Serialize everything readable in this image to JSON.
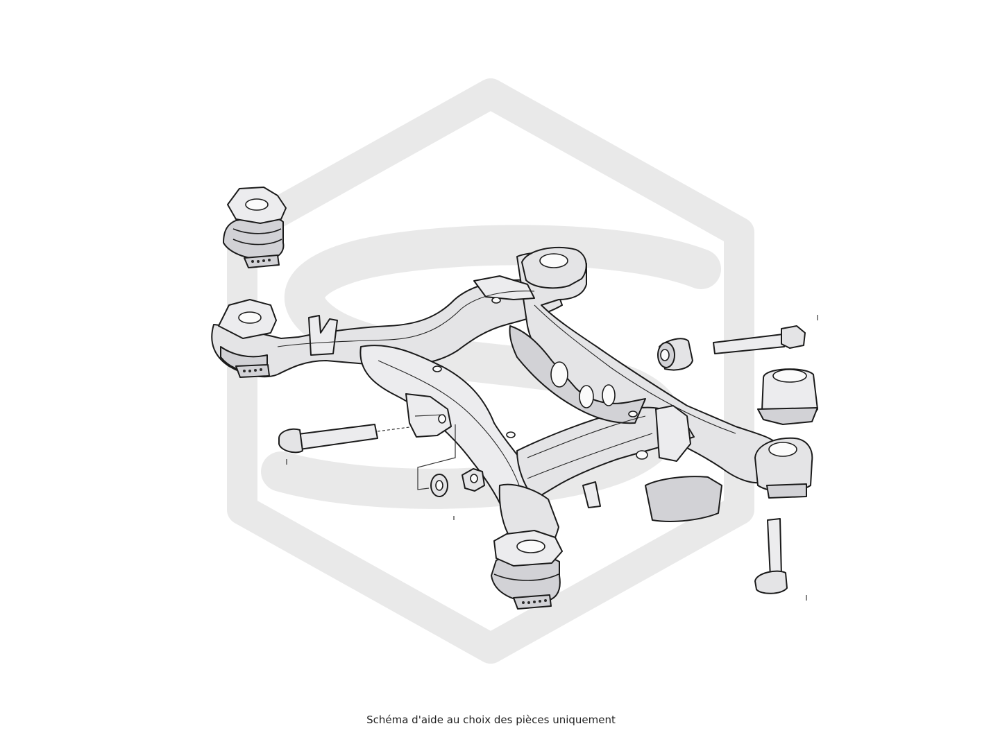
{
  "caption": "Schéma d'aide au choix des pièces uniquement",
  "colors": {
    "background": "#ffffff",
    "watermark": "#e8e8e8",
    "part_fill": "#e4e4e6",
    "outline": "#1a1a1a"
  },
  "parts": [
    "subframe",
    "mount-bushing-top-left",
    "mount-bushing-left",
    "mount-bushing-front-bottom",
    "mount-bushing-right",
    "bushing-sleeve",
    "bushing-insert",
    "bolt-left",
    "bolt-upper-right",
    "bolt-vertical-right",
    "washer",
    "nut"
  ]
}
